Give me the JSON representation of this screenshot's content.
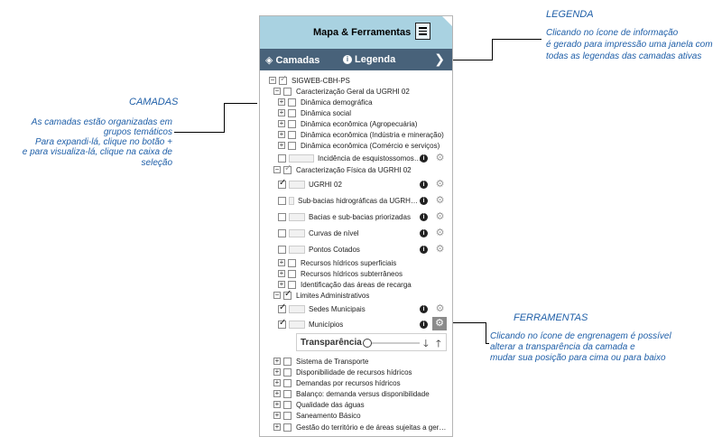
{
  "panel": {
    "title": "Mapa & Ferramentas",
    "tabs": {
      "camadas": "Camadas",
      "legenda": "Legenda"
    },
    "colors": {
      "header": "#a9d2e1",
      "tabbar": "#48627a",
      "annotation": "#1f5fa8"
    }
  },
  "tree": {
    "root": "SIGWEB-CBH-PS",
    "groups": {
      "geral": "Caracterização Geral da UGRHI 02",
      "fisica": "Caracterização Física da UGRHI 02",
      "limites": "Limites Administrativos"
    },
    "items": {
      "demografica": "Dinâmica demográfica",
      "social": "Dinâmica social",
      "agro": "Dinâmica econômica (Agropecuária)",
      "industria": "Dinâmica econômica (Indústria e mineração)",
      "comercio": "Dinâmica econômica (Comércio e serviços)",
      "esquisto": "Incidência de esquistossomose ...",
      "ugrhi": "UGRHI 02",
      "subbacias": "Sub-bacias hidrográficas da UGRHI...",
      "bacias": "Bacias e sub-bacias priorizadas",
      "curvas": "Curvas de nível",
      "pontos": "Pontos Cotados",
      "superficiais": "Recursos hídricos superficiais",
      "subterraneos": "Recursos hídricos subterrâneos",
      "recarga": "Identificação das áreas de recarga",
      "sedes": "Sedes Municipais",
      "municipios": "Municípios",
      "transporte": "Sistema de Transporte",
      "disponibilidade": "Disponibilidade de recursos hídricos",
      "demandas": "Demandas por recursos hídricos",
      "balanco": "Balanço: demanda versus disponibilidade",
      "qualidade": "Qualidade das águas",
      "saneamento": "Saneamento Básico",
      "gestao": "Gestão do território e de áreas sujeitas a gerenc..."
    },
    "transparency_label": "Transparência",
    "transparency_value": 0
  },
  "annotations": {
    "legenda_title": "LEGENDA",
    "legenda_1": "Clicando no ícone de informação",
    "legenda_2": "é gerado para impressão uma janela com",
    "legenda_3": "todas as legendas das camadas ativas",
    "camadas_title": "CAMADAS",
    "camadas_1": "As camadas estão organizadas em",
    "camadas_2": "grupos temáticos",
    "camadas_3": "Para expandi-lá, clique no botão +",
    "camadas_4": "e para visualiza-lá, clique na caixa de seleção",
    "ferr_title": "FERRAMENTAS",
    "ferr_1": "Clicando no ícone de engrenagem é possível",
    "ferr_2": "alterar a transparência da camada e",
    "ferr_3": "mudar sua posição para cima ou para baixo"
  }
}
